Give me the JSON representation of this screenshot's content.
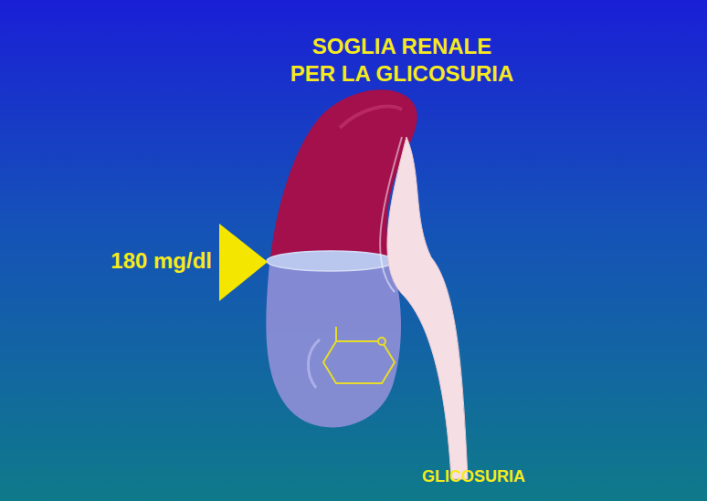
{
  "diagram": {
    "title": "SOGLIA RENALE PER LA GLICOSURIA",
    "labels": [
      "180 mg/dl",
      "GLICOSURIA"
    ]
  }
}
